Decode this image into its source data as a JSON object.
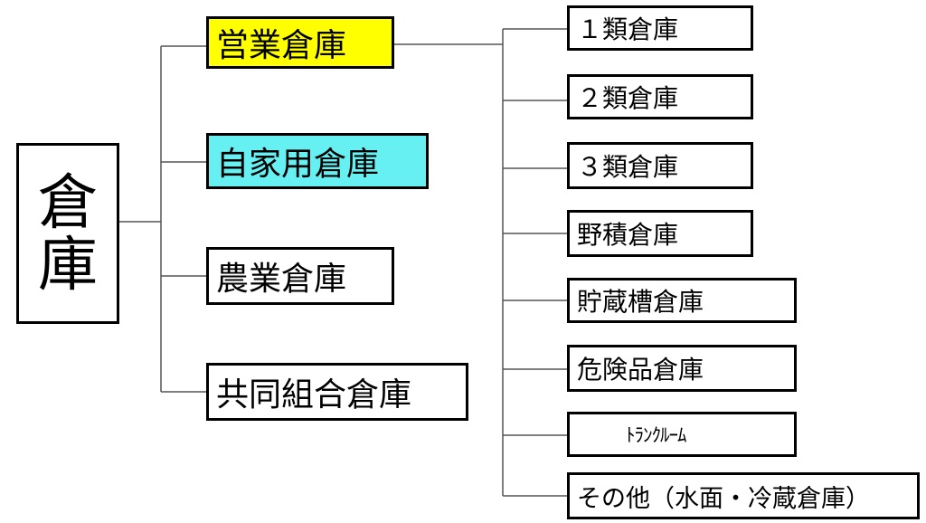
{
  "root": {
    "label": "倉庫"
  },
  "level1": [
    {
      "label": "営業倉庫",
      "fill": "#ffff00"
    },
    {
      "label": "自家用倉庫",
      "fill": "#66f0f2"
    },
    {
      "label": "農業倉庫",
      "fill": "#ffffff"
    },
    {
      "label": "共同組合倉庫",
      "fill": "#ffffff"
    }
  ],
  "level2": [
    {
      "label": "１類倉庫"
    },
    {
      "label": "２類倉庫"
    },
    {
      "label": "３類倉庫"
    },
    {
      "label": "野積倉庫"
    },
    {
      "label": "貯蔵槽倉庫"
    },
    {
      "label": "危険品倉庫"
    },
    {
      "label": "ﾄﾗﾝｸﾙｰﾑ"
    },
    {
      "label": "その他（水面・冷蔵倉庫）"
    }
  ],
  "colors": {
    "line": "#000000",
    "border": "#000000",
    "highlight_yellow": "#ffff00",
    "highlight_cyan": "#66f0f2"
  }
}
